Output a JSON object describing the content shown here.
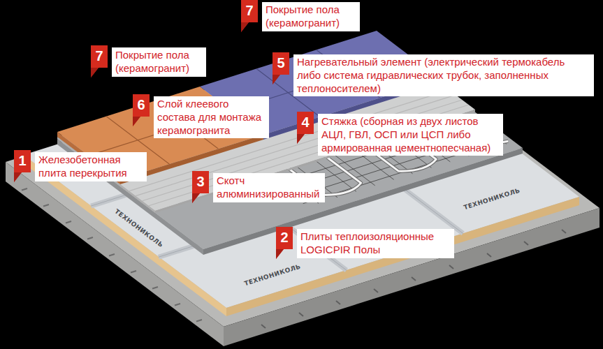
{
  "diagram": {
    "nodes": [
      {
        "text": [
          "7",
          "Покрытие пола (керамогранит)"
        ]
      },
      {
        "text": [
          "7",
          "Покрытие пола (керамогранит)"
        ]
      },
      {
        "text": [
          "5",
          "Нагревательный элемент (электрический термокабель либо система гидравлических трубок, заполненных теплоносителем)"
        ]
      },
      {
        "text": [
          "6",
          "Слой клеевого состава для монтажа керамогранита"
        ]
      },
      {
        "text": [
          "4",
          "Стяжка (сборная из двух листов АЦЛ, ГВЛ, ОСП или ЦСП либо армированная цементнопесчаная)"
        ]
      },
      {
        "text": [
          "1",
          "Железобетонная плита перекрытия"
        ]
      },
      {
        "text": [
          "3",
          "Скотч алюминизированный"
        ]
      },
      {
        "text": [
          "2",
          "Плиты теплоизоляционные LOGICPIR Полы"
        ]
      }
    ],
    "labels": [
      "ТЕХНОНИКОЛЬ",
      "ТЕХНОНИКОЛЬ",
      "ТЕХНОНИКОЛЬ"
    ]
  }
}
